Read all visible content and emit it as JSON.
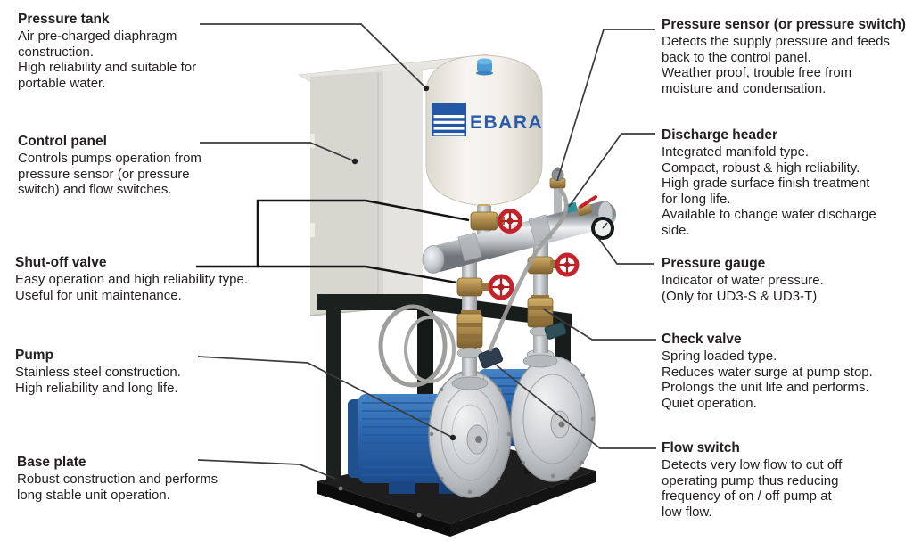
{
  "figure": {
    "tank_brand": "EBARA"
  },
  "colors": {
    "text": "#231f20",
    "leader_line": "#3b3b3b",
    "brand_blue": "#2b5aa6",
    "pump_blue": "#2f6fb5",
    "valve_red": "#c3242b",
    "brass": "#a8874a",
    "frame_black": "#1b211e"
  },
  "callouts": {
    "left": [
      {
        "title": "Pressure tank",
        "body": "Air pre-charged diaphragm\nconstruction.\nHigh reliability and suitable for\nportable water."
      },
      {
        "title": "Control panel",
        "body": "Controls pumps operation from\npressure sensor (or pressure\nswitch) and flow switches."
      },
      {
        "title": "Shut-off valve",
        "body": "Easy operation and high reliability type.\nUseful for unit maintenance."
      },
      {
        "title": "Pump",
        "body": "Stainless steel construction.\nHigh reliability and long life."
      },
      {
        "title": "Base plate",
        "body": "Robust construction and performs\nlong stable unit operation."
      }
    ],
    "right": [
      {
        "title": "Pressure sensor (or pressure switch)",
        "body": "Detects the supply pressure and feeds\nback to the control panel.\nWeather proof, trouble free from\nmoisture and condensation."
      },
      {
        "title": "Discharge header",
        "body": "Integrated manifold type.\nCompact, robust & high reliability.\nHigh grade surface finish treatment\nfor long life.\nAvailable to change water discharge\nside."
      },
      {
        "title": "Pressure gauge",
        "body": "Indicator of water pressure.\n(Only for UD3-S & UD3-T)"
      },
      {
        "title": "Check valve",
        "body": "Spring loaded type.\nReduces water surge at pump stop.\nProlongs the unit life and performs.\nQuiet operation."
      },
      {
        "title": "Flow switch",
        "body": "Detects very low flow to cut off\noperating pump thus reducing\nfrequency of on / off pump at\nlow flow."
      }
    ]
  }
}
